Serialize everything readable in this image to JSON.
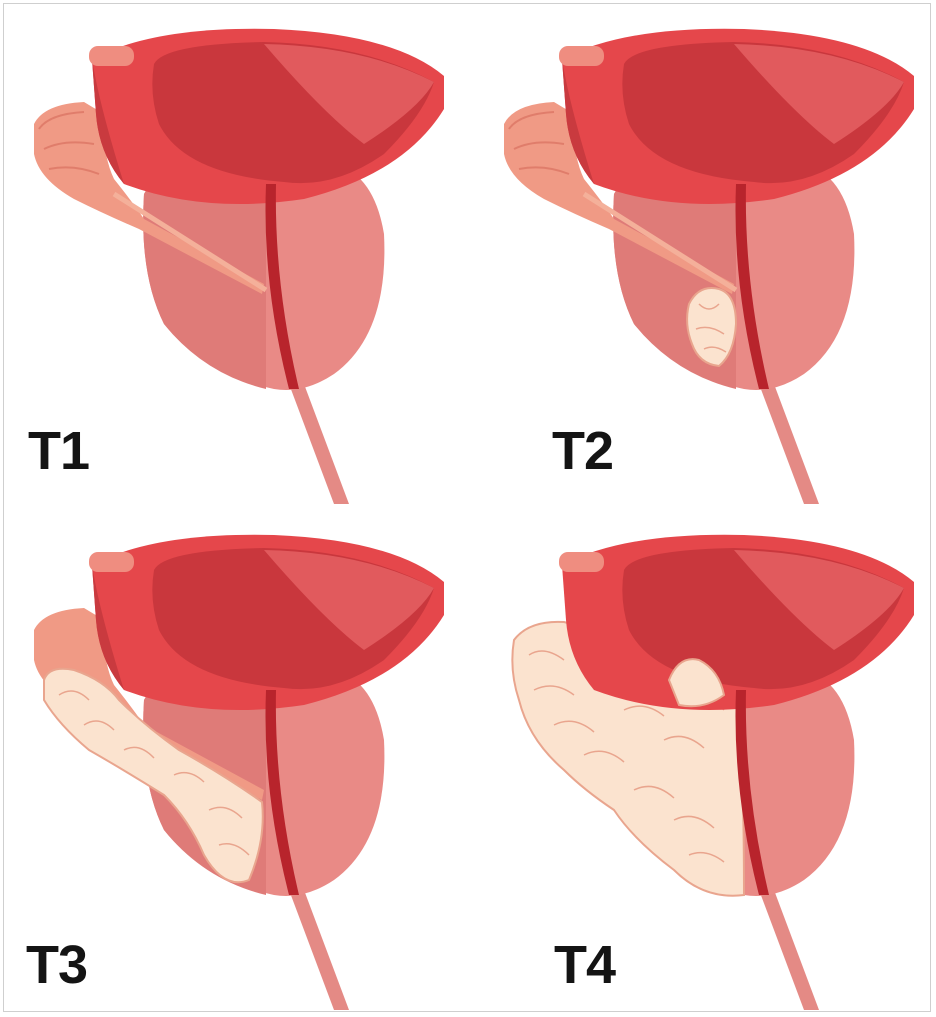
{
  "stages": [
    {
      "label": "T1"
    },
    {
      "label": "T2"
    },
    {
      "label": "T3"
    },
    {
      "label": "T4"
    }
  ],
  "colors": {
    "bladder_rim": "#e5474b",
    "bladder_inner": "#c9373d",
    "prostate": "#e98a86",
    "prostate_shade": "#d96e6b",
    "urethra": "#b8242c",
    "seminal_vesicle": "#f09a85",
    "tumor": "#fbe3cf",
    "tumor_outline": "#e9a58e"
  }
}
